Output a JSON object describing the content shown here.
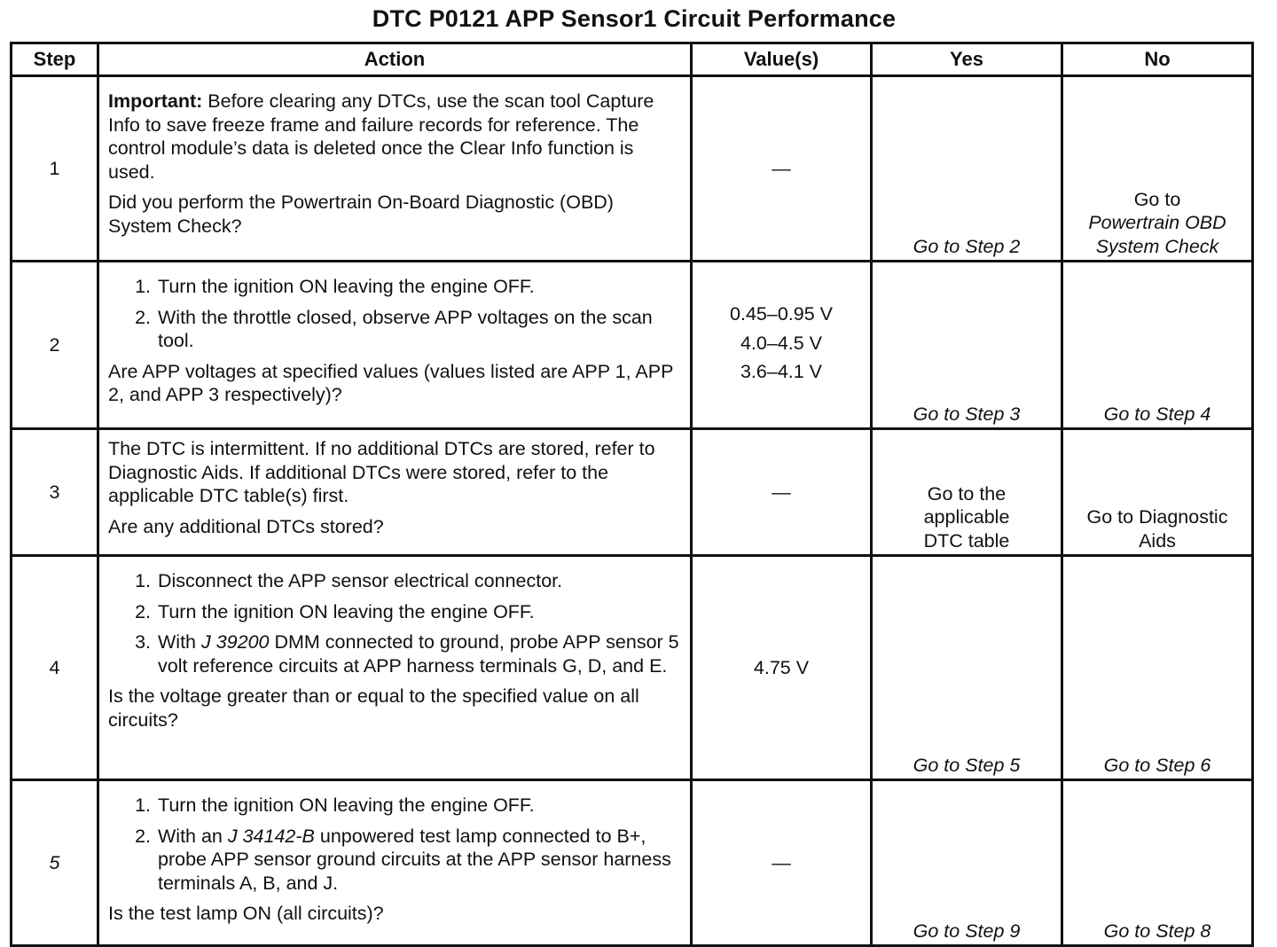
{
  "title": "DTC P0121 APP Sensor1 Circuit Performance",
  "headers": {
    "step": "Step",
    "action": "Action",
    "values": "Value(s)",
    "yes": "Yes",
    "no": "No"
  },
  "rows": [
    {
      "step": "1",
      "important_label": "Important:",
      "important_text": " Before clearing any DTCs, use the scan tool Capture Info to save freeze frame and failure records for reference. The control module’s data is deleted once the Clear Info function is used.",
      "question": "Did you perform the Powertrain On-Board Diagnostic (OBD) System Check?",
      "value": "—",
      "yes": "Go to Step 2",
      "no_line1": "Go to",
      "no_line2": "Powertrain OBD System Check"
    },
    {
      "step": "2",
      "items": [
        "Turn the ignition ON leaving the engine OFF.",
        "With the throttle closed, observe APP voltages on the scan tool."
      ],
      "question": "Are APP voltages at specified values (values listed are APP 1, APP 2, and APP 3 respectively)?",
      "values": [
        "0.45–0.95 V",
        "4.0–4.5 V",
        "3.6–4.1 V"
      ],
      "yes": "Go to Step 3",
      "no": "Go to Step 4"
    },
    {
      "step": "3",
      "text": "The DTC is intermittent. If no additional DTCs are stored, refer to Diagnostic Aids. If additional DTCs were stored, refer to the applicable DTC table(s) first.",
      "question": "Are any additional DTCs stored?",
      "value": "—",
      "yes": "Go to the applicable DTC table",
      "no": "Go to Diagnostic Aids"
    },
    {
      "step": "4",
      "item1": "Disconnect the APP sensor electrical connector.",
      "item2": "Turn the ignition ON leaving the engine OFF.",
      "item3_pre": "With ",
      "item3_tool": "J 39200",
      "item3_post": " DMM connected to ground, probe APP sensor 5 volt reference circuits at APP harness terminals G, D, and E.",
      "question": "Is the voltage greater than or equal to the specified value on all circuits?",
      "value": "4.75 V",
      "yes": "Go to Step 5",
      "no": "Go to Step 6"
    },
    {
      "step": "5",
      "item1": "Turn the ignition ON leaving the engine OFF.",
      "item2_pre": "With an ",
      "item2_tool": "J 34142-B",
      "item2_post": " unpowered test lamp connected to B+, probe APP sensor ground circuits at the APP sensor harness terminals A, B, and J.",
      "question": "Is the test lamp ON (all circuits)?",
      "value": "—",
      "yes": "Go to Step 9",
      "no": "Go to Step 8"
    }
  ]
}
